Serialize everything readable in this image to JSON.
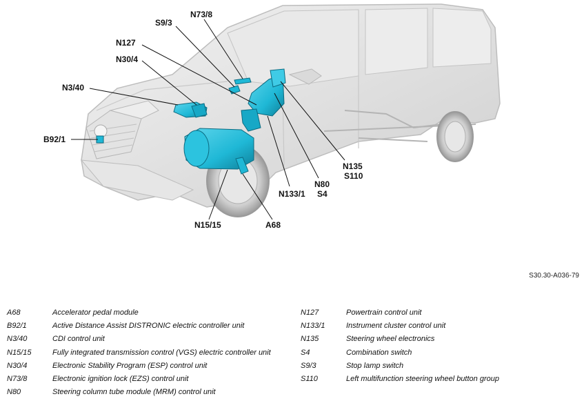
{
  "figure": {
    "callouts": {
      "s9_3": "S9/3",
      "n73_8": "N73/8",
      "n127": "N127",
      "n30_4": "N30/4",
      "n3_40": "N3/40",
      "b92_1": "B92/1",
      "n135_a": "N135",
      "n135_b": "S110",
      "n80_a": "N80",
      "n80_b": "S4",
      "n133_1": "N133/1",
      "n15_15": "N15/15",
      "a68": "A68"
    },
    "colors": {
      "component": "#1fb8d6",
      "component_dark": "#0f7f99",
      "vehicle": "#dcdcdc",
      "vehicle_edge": "#bdbdbd"
    }
  },
  "reference_code": "S30.30-A036-79",
  "legend": {
    "left": [
      {
        "code": "A68",
        "desc": "Accelerator pedal module"
      },
      {
        "code": "B92/1",
        "desc": "Active Distance Assist DISTRONIC electric controller unit"
      },
      {
        "code": "N3/40",
        "desc": "CDI control unit"
      },
      {
        "code": "N15/15",
        "desc": "Fully integrated transmission control (VGS) electric controller unit"
      },
      {
        "code": "N30/4",
        "desc": "Electronic Stability Program (ESP) control unit"
      },
      {
        "code": "N73/8",
        "desc": "Electronic ignition lock (EZS) control unit"
      },
      {
        "code": "N80",
        "desc": "Steering column tube module (MRM) control unit"
      }
    ],
    "right": [
      {
        "code": "N127",
        "desc": "Powertrain control unit"
      },
      {
        "code": "N133/1",
        "desc": "Instrument cluster control unit"
      },
      {
        "code": "N135",
        "desc": "Steering wheel electronics"
      },
      {
        "code": "S4",
        "desc": "Combination switch"
      },
      {
        "code": "S9/3",
        "desc": "Stop lamp switch"
      },
      {
        "code": "S110",
        "desc": "Left multifunction steering wheel button group"
      }
    ]
  }
}
